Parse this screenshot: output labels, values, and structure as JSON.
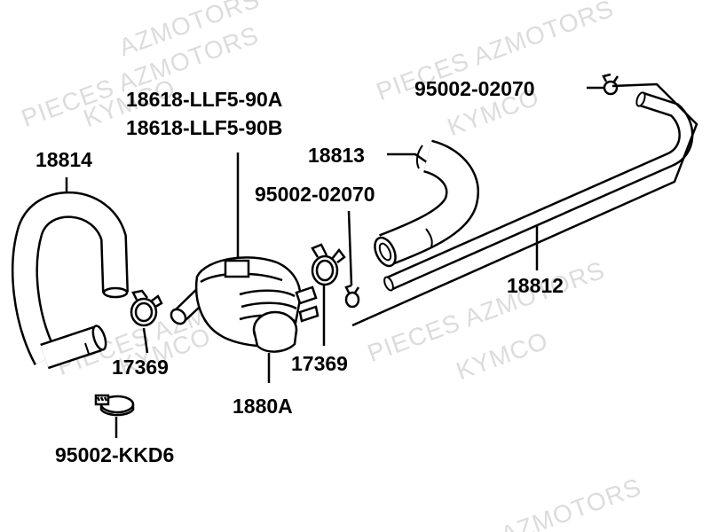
{
  "watermarks": {
    "w1": "PIECES AZMOTORS",
    "w2": "KYMCO",
    "w3": "PIECES AZMOTORS",
    "w4": "KYMCO",
    "w5": "PIECES AZMOTORS",
    "w6": "KYMCO",
    "w7": "PIECES AZMOTORS",
    "w8": "KYMCO",
    "w9": "AZMOTORS",
    "w10": "AZMOTORS"
  },
  "parts": {
    "valve_a": "18618-LLF5-90A",
    "valve_b": "18618-LLF5-90B",
    "hose_left": "18814",
    "hose_curved": "18813",
    "clip_mid": "95002-02070",
    "clip_top": "95002-02070",
    "pipe_long": "18812",
    "clip_left": "17369",
    "clip_right": "17369",
    "valve_body": "1880A",
    "band_clip": "95002-KKD6"
  },
  "colors": {
    "line": "#000000",
    "watermark": "#dcdcdc"
  }
}
